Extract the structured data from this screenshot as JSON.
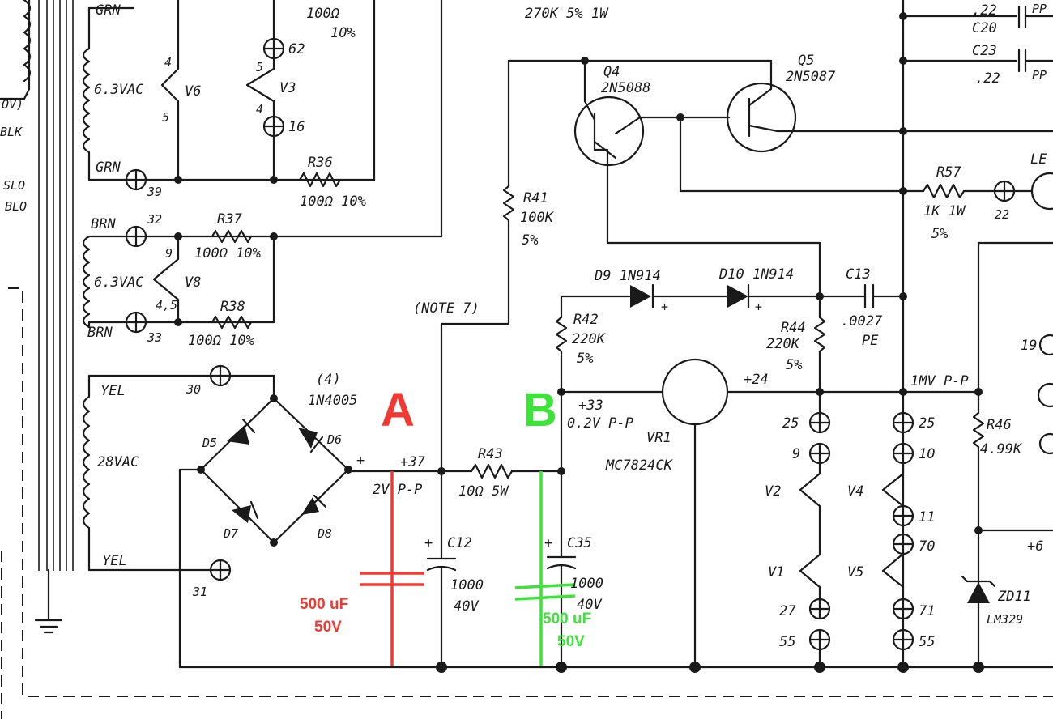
{
  "labels": {
    "top_res": "270K 5% 1W",
    "c20": "C20",
    "c20_val": ".22",
    "c23": "C23",
    "c23_val": ".22",
    "ppf": "PP",
    "q4": "Q4",
    "q4_part": "2N5088",
    "q5": "Q5",
    "q5_part": "2N5087",
    "grn_top": "GRN",
    "grn_bot": "GRN",
    "v6_volt": "6.3VAC",
    "v6": "V6",
    "v6_p4": "4",
    "v6_p5": "5",
    "v3": "V3",
    "v3_p5": "5",
    "v3_p4": "4",
    "pin62": "62",
    "pin16": "16",
    "pin39": "39",
    "r_top": "100Ω",
    "r_top_tol": "10%",
    "r36": "R36",
    "r36_val": "100Ω 10%",
    "r37": "R37",
    "r37_val": "100Ω 10%",
    "r38": "R38",
    "r38_val": "100Ω 10%",
    "brn_top": "BRN",
    "brn_bot": "BRN",
    "pin32": "32",
    "pin33": "33",
    "v8_volt": "6.3VAC",
    "v8": "V8",
    "v8_p9": "9",
    "v8_p45": "4,5",
    "left_ov": "OV)",
    "left_blk": "BLK",
    "left_slo": "SLO",
    "left_blo": "BLO",
    "yel_top": "YEL",
    "yel_bot": "YEL",
    "vac28": "28VAC",
    "pin30": "30",
    "pin31": "31",
    "diode_count": "(4)",
    "diode_part": "1N4005",
    "d5": "D5",
    "d6": "D6",
    "d7": "D7",
    "d8": "D8",
    "plus": "+",
    "v37": "+37",
    "ripple2": "2V P-P",
    "r43": "R43",
    "r43_val": "10Ω 5W",
    "c12": "C12",
    "c12_val": "1000",
    "c12_volt": "40V",
    "c35": "C35",
    "c35_val": "1000",
    "c35_volt": "40V",
    "r41": "R41",
    "r41_val": "100K",
    "r41_tol": "5%",
    "note7": "(NOTE 7)",
    "d9": "D9 1N914",
    "d10": "D10 1N914",
    "c13": "C13",
    "c13_val": ".0027",
    "c13_type": "PE",
    "r42": "R42",
    "r42_val": "220K",
    "r42_tol": "5%",
    "r44": "R44",
    "r44_val": "220K",
    "r44_tol": "5%",
    "v33": "+33",
    "ripple02": "0.2V P-P",
    "vr1": "VR1",
    "vr1_part": "MC7824CK",
    "v24": "+24",
    "ripple1mv": "1MV P-P",
    "r57": "R57",
    "r57_val": "1K 1W",
    "r57_tol": "5%",
    "pin22": "22",
    "led": "LE",
    "p25a": "25",
    "p9": "9",
    "v2": "V2",
    "v1": "V1",
    "p27": "27",
    "p55a": "55",
    "p25b": "25",
    "p10": "10",
    "v4": "V4",
    "p11": "11",
    "p70": "70",
    "v5": "V5",
    "p71": "71",
    "p55b": "55",
    "r46": "R46",
    "r46_val": "4.99K",
    "pin19": "19",
    "plus6": "+6",
    "zd11": "ZD11",
    "zd11_part": "LM329",
    "mark_a": "A",
    "mark_b": "B",
    "note_a_val": "500 uF",
    "note_a_volt": "50V",
    "note_b_val": "500 uF",
    "note_b_volt": "50V"
  },
  "colors": {
    "ink": "#1a1a1a",
    "annotation_a": "#ef3a33",
    "annotation_b": "#3ee23a"
  }
}
